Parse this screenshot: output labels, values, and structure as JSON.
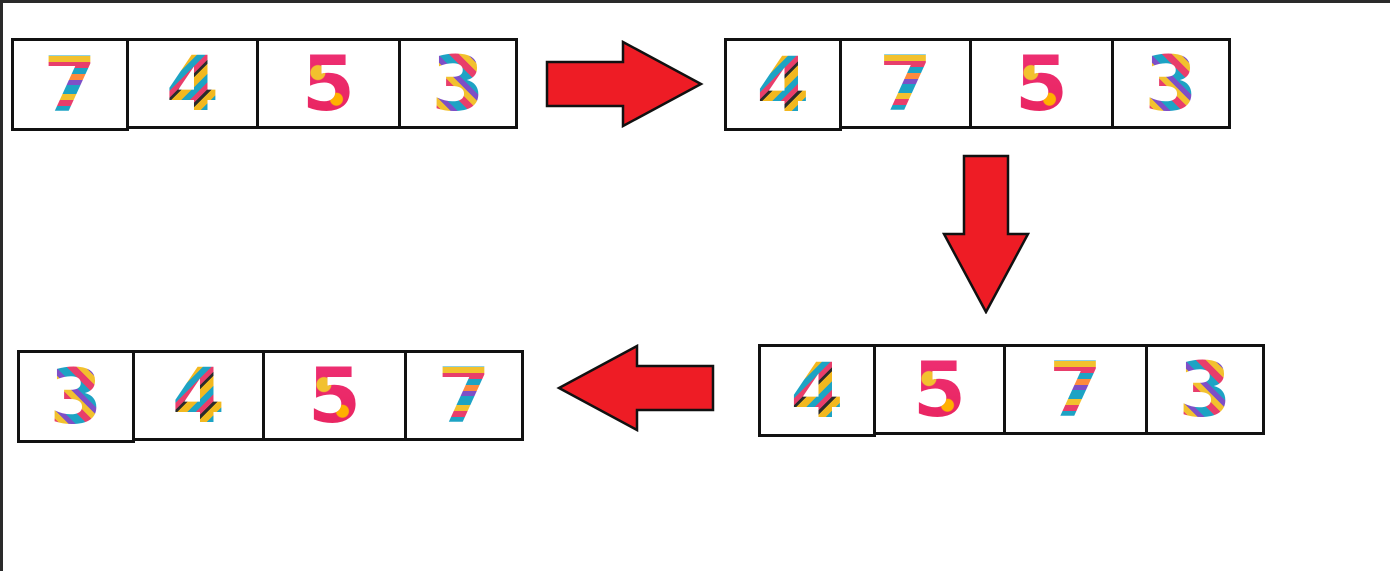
{
  "rows": [
    {
      "name": "step-1",
      "digits": [
        "7",
        "4",
        "5",
        "3"
      ]
    },
    {
      "name": "step-2",
      "digits": [
        "4",
        "7",
        "5",
        "3"
      ]
    },
    {
      "name": "step-3",
      "digits": [
        "4",
        "5",
        "7",
        "3"
      ]
    },
    {
      "name": "step-4",
      "digits": [
        "3",
        "4",
        "5",
        "7"
      ]
    }
  ],
  "colors": {
    "arrow": "#ee1c25",
    "cell_border": "#111111"
  }
}
